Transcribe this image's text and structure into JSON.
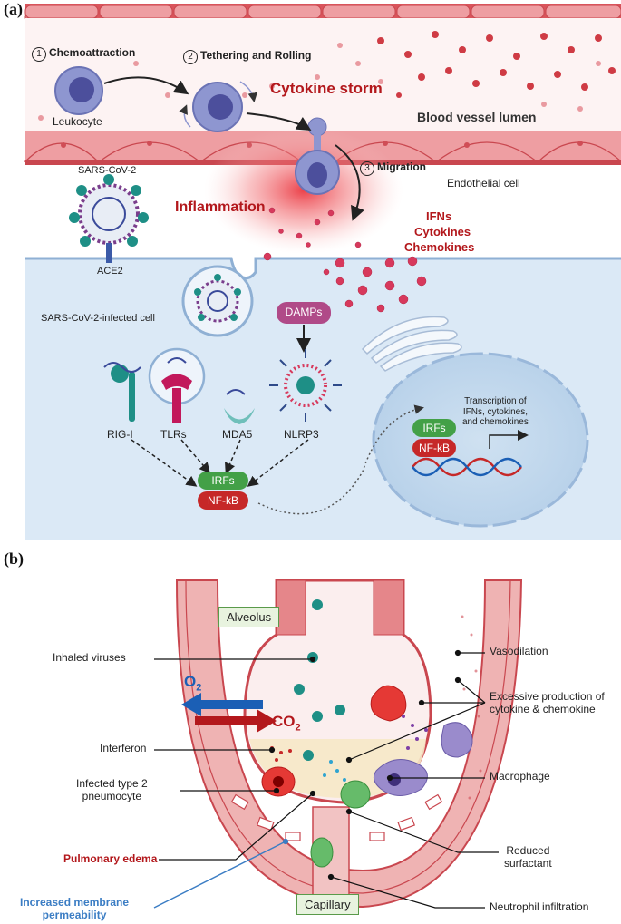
{
  "panel_a": {
    "tag": "(a)",
    "step1": "Chemoattraction",
    "step1_num": "1",
    "step2": "Tethering and Rolling",
    "step2_num": "2",
    "step3": "Migration",
    "step3_num": "3",
    "leukocyte": "Leukocyte",
    "cytokine_storm": "Cytokine storm",
    "blood_vessel_lumen": "Blood vessel lumen",
    "endothelial_cell": "Endothelial cell",
    "sars_cov2": "SARS-CoV-2",
    "ace2": "ACE2",
    "inflammation": "Inflammation",
    "ifns": "IFNs",
    "cytokines": "Cytokines",
    "chemokines": "Chemokines",
    "infected_cell": "SARS-CoV-2-infected cell",
    "damps": "DAMPs",
    "rig_i": "RIG-I",
    "tlrs": "TLRs",
    "mda5": "MDA5",
    "nlrp3": "NLRP3",
    "irfs": "IRFs",
    "nfkb": "NF-kB",
    "transcription_1": "Transcription of",
    "transcription_2": "IFNs, cytokines,",
    "transcription_3": "and chemokines"
  },
  "panel_b": {
    "tag": "(b)",
    "alveolus": "Alveolus",
    "capillary": "Capillary",
    "inhaled_viruses": "Inhaled viruses",
    "o2": "O",
    "o2_sub": "2",
    "co2": "CO",
    "co2_sub": "2",
    "interferon": "Interferon",
    "infected_type2_1": "Infected type 2",
    "infected_type2_2": "pneumocyte",
    "pulmonary_edema": "Pulmonary edema",
    "increased_perm_1": "Increased membrane",
    "increased_perm_2": "permeability",
    "vasodilation": "Vasodilation",
    "excessive_1": "Excessive production of",
    "excessive_2": "cytokine & chemokine",
    "macrophage": "Macrophage",
    "reduced_1": "Reduced",
    "reduced_2": "surfactant",
    "neutrophil": "Neutrophil infiltration"
  },
  "colors": {
    "vessel_wall": "#e5868a",
    "vessel_dark": "#c9474f",
    "cell_blue": "#dbe9f6",
    "leukocyte": "#8e96d0",
    "virus_teal": "#1e8f86",
    "irfs_green": "#43a047",
    "nfkb_red": "#c62828",
    "damps_purple": "#b04a88",
    "o2_blue": "#1b5fb5",
    "co2_red": "#b3181c",
    "perm_blue": "#3b7dc4"
  }
}
